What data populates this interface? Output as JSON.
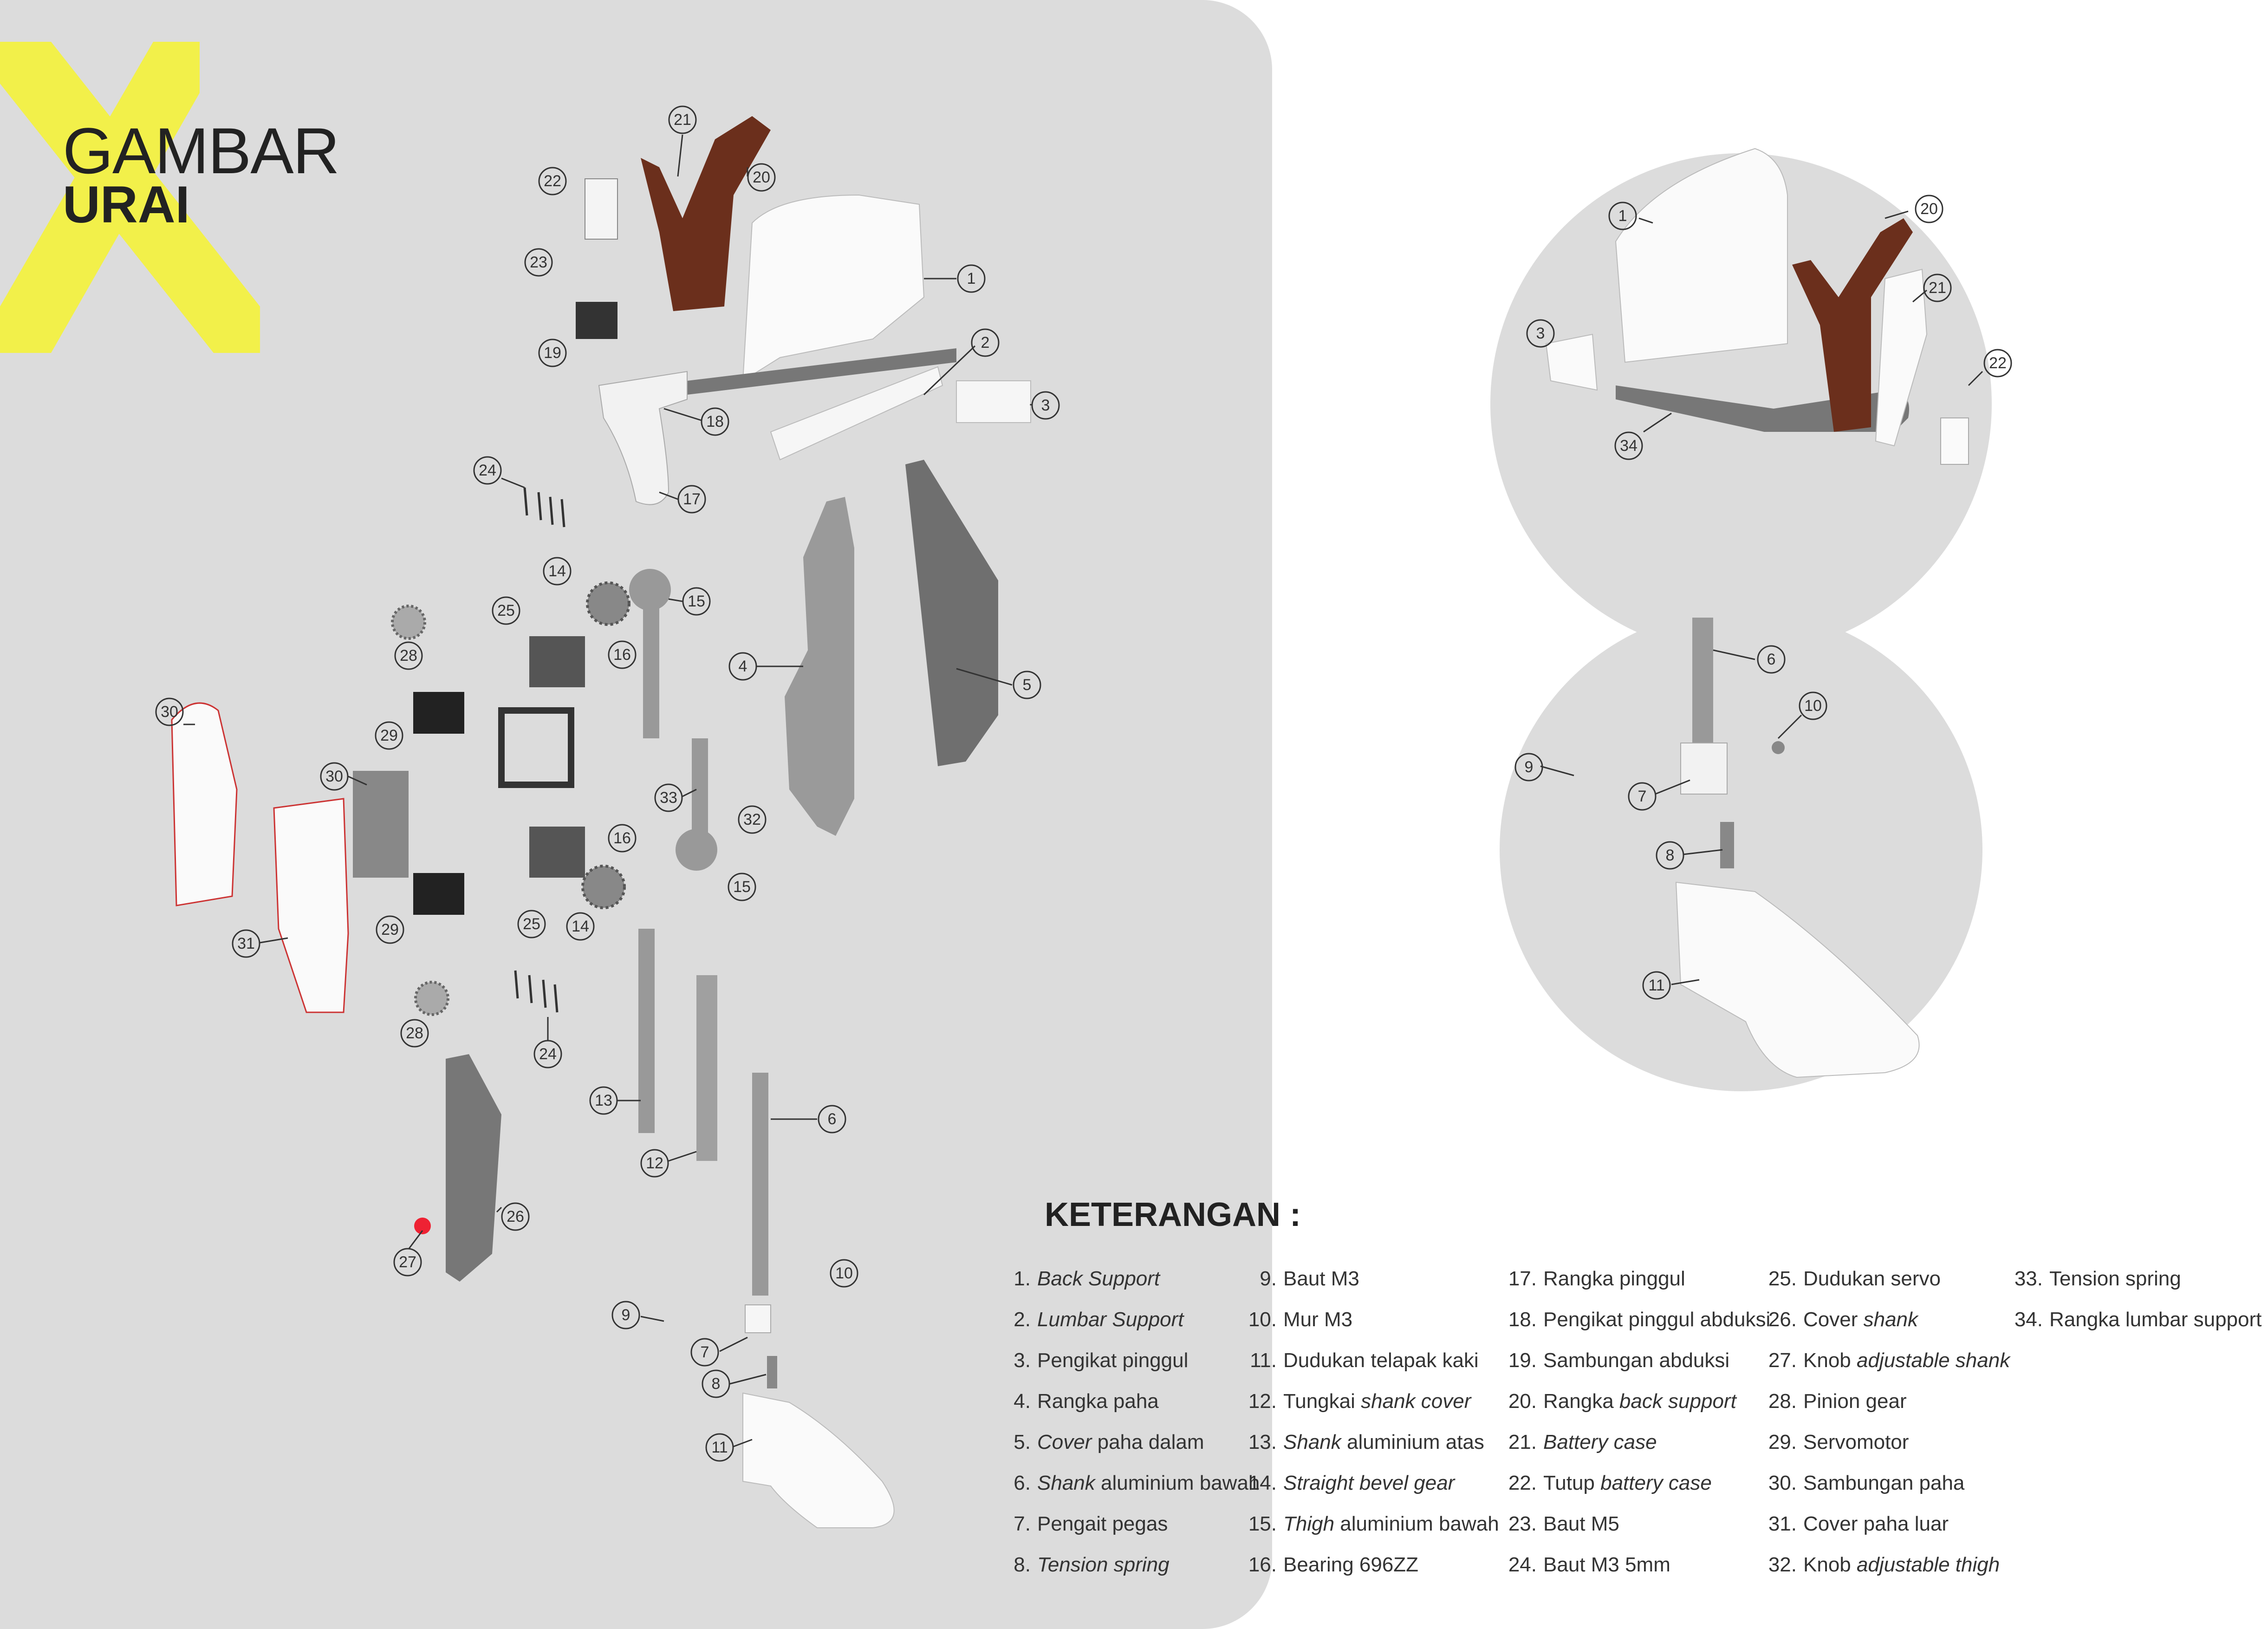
{
  "title": {
    "line1": "GAMBAR",
    "line2": "URAI"
  },
  "colors": {
    "panel": "#dcdcdc",
    "accent": "#f2f04a",
    "brown": "#6b2f1c",
    "circle": "#dcdcdc"
  },
  "legend": {
    "heading": "KETERANGAN :",
    "columns": [
      [
        {
          "num": "1.",
          "parts": [
            [
              "Back Support",
              true
            ]
          ]
        },
        {
          "num": "2.",
          "parts": [
            [
              "Lumbar Support",
              true
            ]
          ]
        },
        {
          "num": "3.",
          "parts": [
            [
              "Pengikat pinggul",
              false
            ]
          ]
        },
        {
          "num": "4.",
          "parts": [
            [
              "Rangka paha",
              false
            ]
          ]
        },
        {
          "num": "5.",
          "parts": [
            [
              "Cover",
              true
            ],
            [
              " paha dalam",
              false
            ]
          ]
        },
        {
          "num": "6.",
          "parts": [
            [
              "Shank",
              true
            ],
            [
              " aluminium bawah",
              false
            ]
          ]
        },
        {
          "num": "7.",
          "parts": [
            [
              "Pengait pegas",
              false
            ]
          ]
        },
        {
          "num": "8.",
          "parts": [
            [
              "Tension spring",
              true
            ]
          ]
        }
      ],
      [
        {
          "num": "9.",
          "parts": [
            [
              "Baut M3",
              false
            ]
          ]
        },
        {
          "num": "10.",
          "parts": [
            [
              "Mur M3",
              false
            ]
          ]
        },
        {
          "num": "11.",
          "parts": [
            [
              "Dudukan telapak kaki",
              false
            ]
          ]
        },
        {
          "num": "12.",
          "parts": [
            [
              "Tungkai ",
              false
            ],
            [
              "shank cover",
              true
            ]
          ]
        },
        {
          "num": "13.",
          "parts": [
            [
              "Shank",
              true
            ],
            [
              " aluminium atas",
              false
            ]
          ]
        },
        {
          "num": "14.",
          "parts": [
            [
              "Straight bevel gear",
              true
            ]
          ]
        },
        {
          "num": "15.",
          "parts": [
            [
              "Thigh",
              true
            ],
            [
              " aluminium bawah",
              false
            ]
          ]
        },
        {
          "num": "16.",
          "parts": [
            [
              "Bearing 696ZZ",
              false
            ]
          ]
        }
      ],
      [
        {
          "num": "17.",
          "parts": [
            [
              "Rangka pinggul",
              false
            ]
          ]
        },
        {
          "num": "18.",
          "parts": [
            [
              "Pengikat pinggul abduksi",
              false
            ]
          ]
        },
        {
          "num": "19.",
          "parts": [
            [
              "Sambungan abduksi",
              false
            ]
          ]
        },
        {
          "num": "20.",
          "parts": [
            [
              "Rangka ",
              false
            ],
            [
              "back support",
              true
            ]
          ]
        },
        {
          "num": "21.",
          "parts": [
            [
              "Battery case",
              true
            ]
          ]
        },
        {
          "num": "22.",
          "parts": [
            [
              "Tutup ",
              false
            ],
            [
              "battery case",
              true
            ]
          ]
        },
        {
          "num": "23.",
          "parts": [
            [
              "Baut M5",
              false
            ]
          ]
        },
        {
          "num": "24.",
          "parts": [
            [
              "Baut M3 5mm",
              false
            ]
          ]
        }
      ],
      [
        {
          "num": "25.",
          "parts": [
            [
              "Dudukan servo",
              false
            ]
          ]
        },
        {
          "num": "26.",
          "parts": [
            [
              "Cover ",
              false
            ],
            [
              "shank",
              true
            ]
          ]
        },
        {
          "num": "27.",
          "parts": [
            [
              "Knob ",
              false
            ],
            [
              "adjustable shank",
              true
            ]
          ]
        },
        {
          "num": "28.",
          "parts": [
            [
              "Pinion gear",
              false
            ]
          ]
        },
        {
          "num": "29.",
          "parts": [
            [
              "Servomotor",
              false
            ]
          ]
        },
        {
          "num": "30.",
          "parts": [
            [
              "Sambungan paha",
              false
            ]
          ]
        },
        {
          "num": "31.",
          "parts": [
            [
              "Cover paha luar",
              false
            ]
          ]
        },
        {
          "num": "32.",
          "parts": [
            [
              "Knob ",
              false
            ],
            [
              "adjustable thigh",
              true
            ]
          ]
        }
      ],
      [
        {
          "num": "33.",
          "parts": [
            [
              "Tension spring",
              false
            ]
          ]
        },
        {
          "num": "34.",
          "parts": [
            [
              "Rangka lumbar support",
              false
            ]
          ]
        }
      ]
    ]
  },
  "callouts_main": [
    "21",
    "20",
    "22",
    "1",
    "23",
    "19",
    "2",
    "3",
    "18",
    "17",
    "24",
    "14",
    "15",
    "25",
    "16",
    "28",
    "4",
    "5",
    "30",
    "29",
    "30",
    "33",
    "32",
    "16",
    "15",
    "25",
    "14",
    "29",
    "31",
    "28",
    "24",
    "13",
    "12",
    "6",
    "26",
    "27",
    "10",
    "9",
    "7",
    "8",
    "11"
  ],
  "callouts_detail_top": [
    "1",
    "20",
    "21",
    "3",
    "22",
    "34"
  ],
  "callouts_detail_bottom": [
    "6",
    "10",
    "9",
    "7",
    "8",
    "11"
  ]
}
